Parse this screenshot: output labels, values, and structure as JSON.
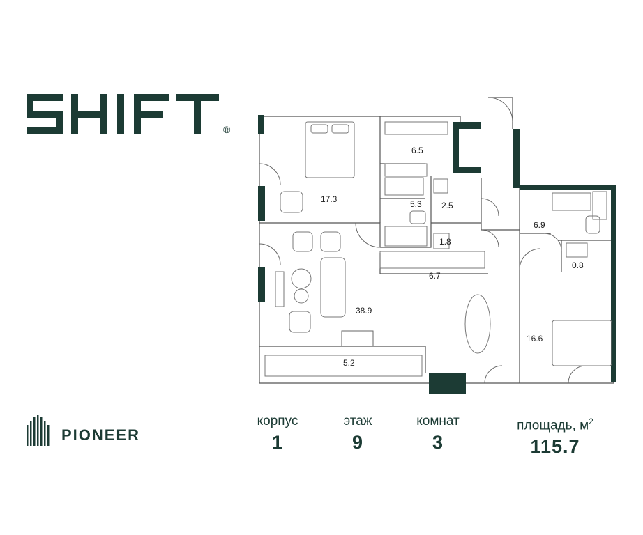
{
  "brand": {
    "shift_logo": "SHIFT",
    "registered_mark": "®",
    "developer_logo": "PIONEER"
  },
  "rooms": [
    {
      "id": "bedroom-1",
      "area": "17.3"
    },
    {
      "id": "wardrobe",
      "area": "6.5"
    },
    {
      "id": "bathroom-1",
      "area": "5.3"
    },
    {
      "id": "wc",
      "area": "2.5"
    },
    {
      "id": "laundry",
      "area": "1.8"
    },
    {
      "id": "bathroom-2",
      "area": "6.9"
    },
    {
      "id": "storage",
      "area": "0.8"
    },
    {
      "id": "kitchen",
      "area": "6.7"
    },
    {
      "id": "living-room",
      "area": "38.9"
    },
    {
      "id": "bedroom-2",
      "area": "16.6"
    },
    {
      "id": "balcony",
      "area": "5.2"
    }
  ],
  "info": {
    "building_label": "корпус",
    "building_value": "1",
    "floor_label": "этаж",
    "floor_value": "9",
    "rooms_label": "комнат",
    "rooms_value": "3",
    "area_label": "площадь, м",
    "area_sup": "2",
    "area_value": "115.7"
  },
  "colors": {
    "brand_green": "#1c3b34",
    "wall": "#1c3b34",
    "line": "#555555"
  }
}
